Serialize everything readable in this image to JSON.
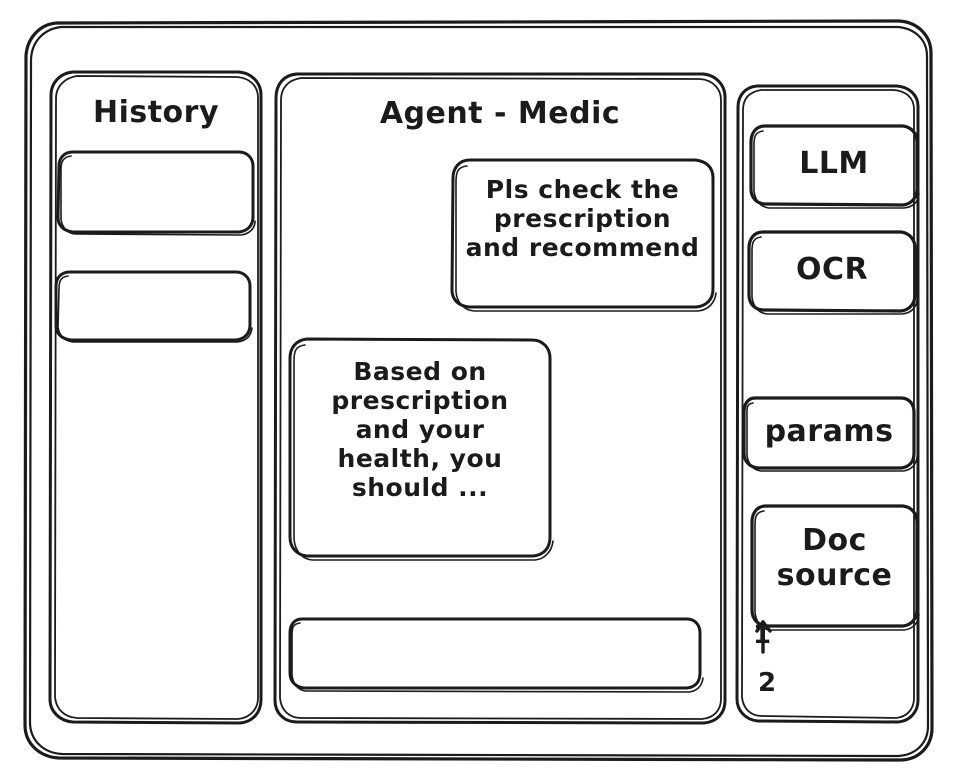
{
  "window": {
    "style": "hand-drawn-wireframe",
    "stroke_color": "#1b1b1b",
    "background_color": "#ffffff"
  },
  "history_panel": {
    "title": "History",
    "items": [
      {
        "label": ""
      },
      {
        "label": ""
      }
    ]
  },
  "chat_panel": {
    "title": "Agent - Medic",
    "messages": [
      {
        "role": "user",
        "text": "Pls check the\nprescription\nand recommend"
      },
      {
        "role": "assistant",
        "text": "Based on\nprescription\nand your\nhealth, you\nshould ..."
      }
    ],
    "composer": {
      "value": "",
      "placeholder": ""
    }
  },
  "tools_panel": {
    "buttons": [
      {
        "label": "LLM"
      },
      {
        "label": "OCR"
      },
      {
        "label": "params"
      }
    ],
    "doc_source": {
      "label": "Doc\nsource",
      "sources": [
        {
          "number": "1"
        },
        {
          "number": "2"
        }
      ]
    }
  }
}
